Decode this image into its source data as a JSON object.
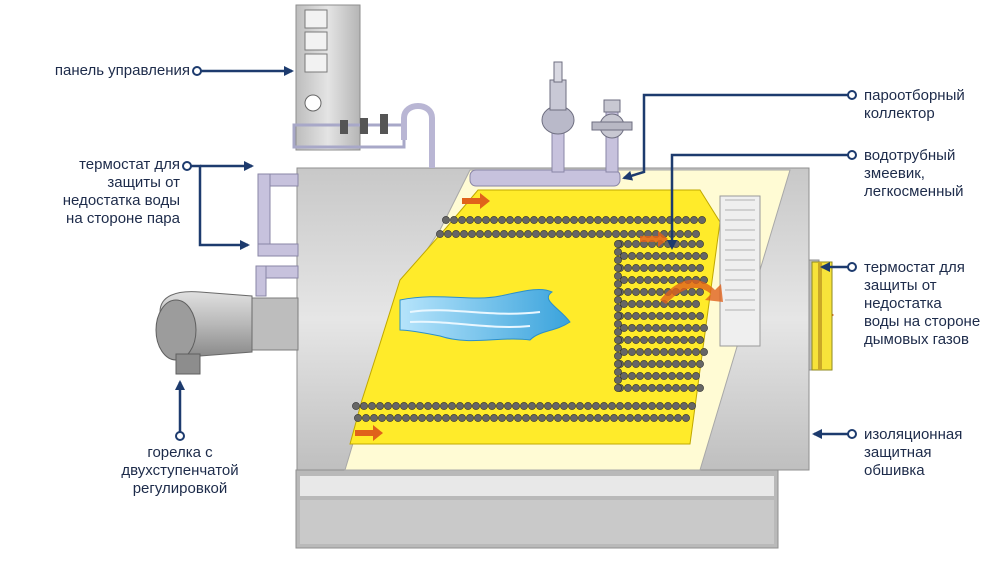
{
  "labels": {
    "control_panel": {
      "lines": [
        "панель управления"
      ]
    },
    "thermostat_steam": {
      "lines": [
        "термостат для",
        "защиты от",
        "недостатка воды",
        "на стороне пара"
      ]
    },
    "burner": {
      "lines": [
        "горелка с",
        "двухступенчатой",
        "регулировкой"
      ]
    },
    "steam_collector": {
      "lines": [
        "пароотборный",
        "коллектор"
      ]
    },
    "water_tube_coil": {
      "lines": [
        "водотрубный",
        "змеевик,",
        "легкосменный"
      ]
    },
    "thermostat_flue": {
      "lines": [
        "термостат для",
        "защиты от",
        "недостатка",
        "воды на стороне",
        "дымовых газов"
      ]
    },
    "insulation": {
      "lines": [
        "изоляционная",
        "защитная",
        "обшивка"
      ]
    }
  },
  "colors": {
    "leader": "#1d3b6e",
    "body_gray": "#d4d4d4",
    "yellow": "#ffeb2a",
    "tube": "#5d5d5d",
    "flame": "#5ab6e6",
    "arrow": "#e0621b"
  }
}
